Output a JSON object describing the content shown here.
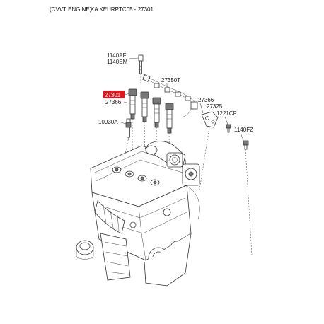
{
  "header": {
    "title": "(CVVT ENGINE)",
    "reference": "KA KEURPTC05 - 27301"
  },
  "callouts": {
    "c1140AF": "1140AF",
    "c1140EM": "1140EM",
    "c27350T": "27350T",
    "c27301": "27301",
    "c27366_left": "27366",
    "c27366_right": "27366",
    "c10930A": "10930A",
    "c1221CF": "1221CF",
    "c27325": "27325",
    "c1140FZ": "1140FZ"
  },
  "colors": {
    "highlight_fill": "#e8141c",
    "highlight_text": "#ffffff",
    "line": "#555555"
  }
}
